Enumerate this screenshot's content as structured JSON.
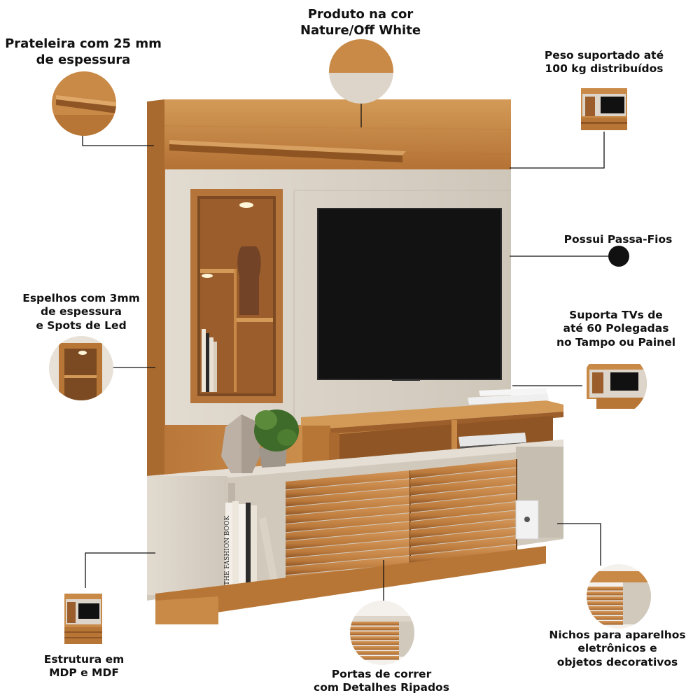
{
  "callouts": {
    "produto": {
      "line1": "Produto na cor",
      "line2": "Nature/Off White"
    },
    "prateleira": {
      "line1": "Prateleira com 25 mm",
      "line2": "de espessura"
    },
    "peso": {
      "line1": "Peso suportado até",
      "line2": "100 kg distribuídos"
    },
    "passa_fios": {
      "line1": "Possui Passa-Fios"
    },
    "espelhos": {
      "line1": "Espelhos com 3mm",
      "line2": "de espessura",
      "line3": "e Spots de Led"
    },
    "suporta_tvs": {
      "line1": "Suporta TVs de",
      "line2": "até 60 Polegadas",
      "line3": "no Tampo ou Painel"
    },
    "estrutura": {
      "line1": "Estrutura em",
      "line2": "MDP e MDF"
    },
    "portas": {
      "line1": "Portas de correr",
      "line2": "com Detalhes Ripados"
    },
    "nichos": {
      "line1": "Nichos para aparelhos",
      "line2": "eletrônicos e",
      "line3": "objetos decorativos"
    }
  },
  "books": {
    "spine1": "THE FASHION BOOK"
  },
  "colors": {
    "wood": "#c98a47",
    "wood_dark": "#a9692f",
    "offwhite": "#d9d1c6",
    "tv": "#111111"
  }
}
